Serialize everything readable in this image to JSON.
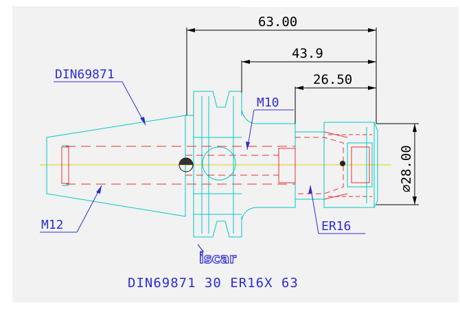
{
  "dimensions": {
    "length_total": "63.00",
    "length_mid": "43.9",
    "length_short": "26.50",
    "diameter": "⌀28.00"
  },
  "labels": {
    "din_standard": "DIN69871",
    "thread_m10": "M10",
    "thread_m12": "M12",
    "collet": "ER16"
  },
  "logo": {
    "brand": "iscar"
  },
  "caption": "DIN69871 30 ER16X 63",
  "colors": {
    "outline": "#00c8c8",
    "hidden": "#e83030",
    "centerline": "#e0d000",
    "annotation": "#2d2dd6",
    "dimension": "#000000",
    "background": "#ffffff",
    "panel": "#f2f2f2"
  }
}
